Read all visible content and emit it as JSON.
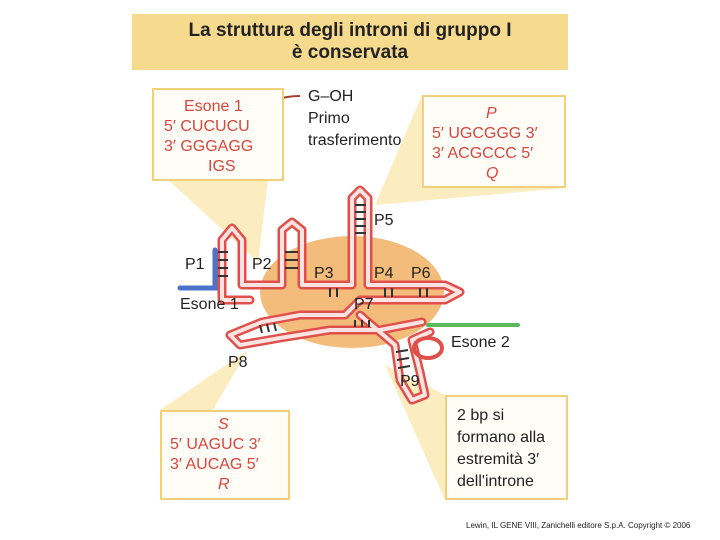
{
  "title": {
    "line1": "La struttura degli introni di gruppo I",
    "line2": "è conservata"
  },
  "box_exon1": {
    "line1": "Esone 1",
    "line2": "5′ CUCUCU",
    "line3": "3′ GGGAGG",
    "line4": "IGS"
  },
  "box_pq": {
    "top": "P",
    "line1": "5′ UGCGGG 3′",
    "line2": "3′ ACGCCC 5′",
    "bottom": "Q"
  },
  "box_sr": {
    "top": "S",
    "line1": "5′ UAGUC 3′",
    "line2": "3′ AUCAG 5′",
    "bottom": "R"
  },
  "box_note": {
    "line1": "2 bp si",
    "line2": "formano alla",
    "line3": "estremità 3′",
    "line4": "dell'introne"
  },
  "annotation": {
    "goh": "G–OH",
    "line1": "Primo",
    "line2": "trasferimento"
  },
  "labels": {
    "p1": "P1",
    "p2": "P2",
    "p3": "P3",
    "p4": "P4",
    "p5": "P5",
    "p6": "P6",
    "p7": "P7",
    "p8": "P8",
    "p9": "P9",
    "exon1": "Esone 1",
    "exon2": "Esone 2"
  },
  "colors": {
    "title_bg": "#f6db8f",
    "callout": "#fbedc0",
    "rna": "#f47a74",
    "core": "#f2b063",
    "exon1": "#4a73c9",
    "exon2": "#5cb85c",
    "text_red": "#d9453f"
  },
  "footer": "Lewin, IL GENE VIII, Zanichelli editore S.p.A. Copyright © 2006"
}
